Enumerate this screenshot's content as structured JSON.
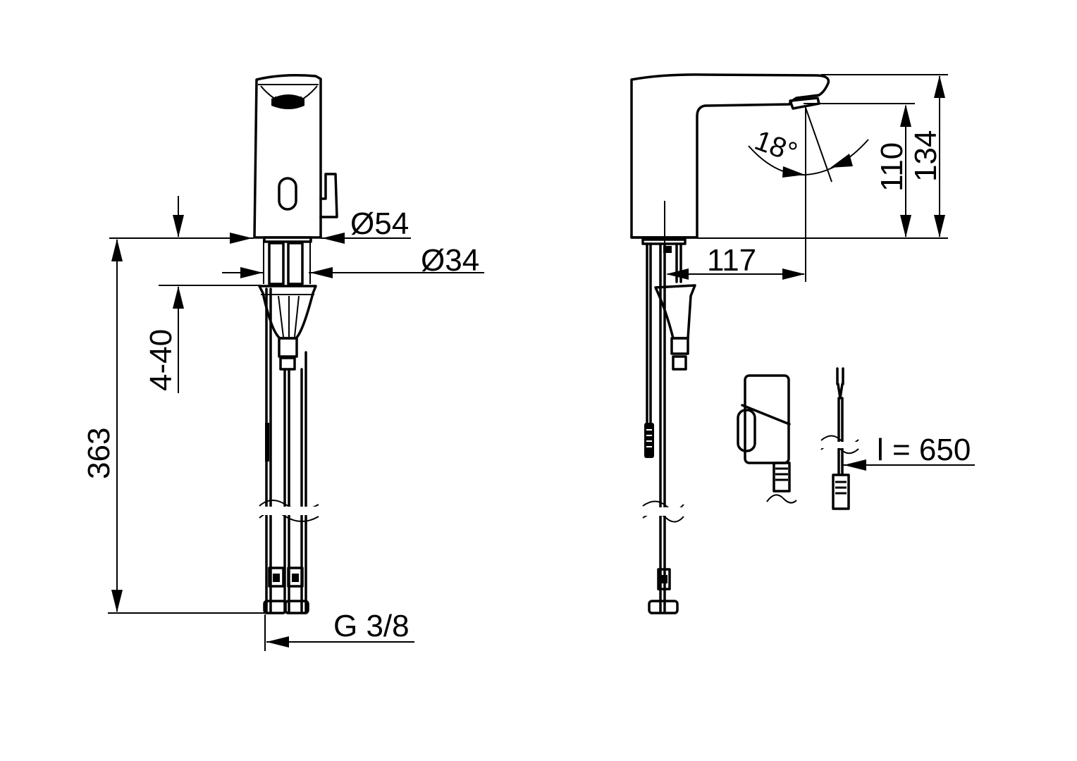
{
  "drawing": {
    "title": "Electronic basin faucet – dimensional drawing",
    "views": [
      "front-view",
      "side-view",
      "power-supply-unit",
      "cable"
    ],
    "units": "mm",
    "line_color": "#000000",
    "background": "#ffffff"
  },
  "dimensions": {
    "base_diameter": "Ø54",
    "shank_diameter": "Ø34",
    "deck_thickness": "4-40",
    "total_height": "363",
    "connection_thread": "G 3/8",
    "spout_angle": "18°",
    "spout_height": "110",
    "overall_height": "134",
    "spout_reach": "117",
    "cable_length": "l = 650"
  }
}
